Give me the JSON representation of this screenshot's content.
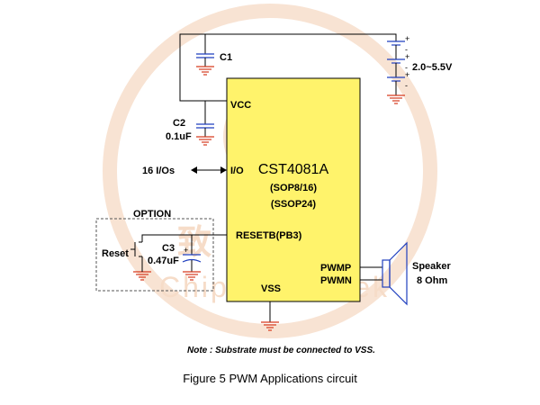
{
  "chip": {
    "name": "CST4081A",
    "package1": "(SOP8/16)",
    "package2": "(SSOP24)",
    "pins": {
      "vcc": "VCC",
      "io": "I/O",
      "resetb": "RESETB(PB3)",
      "pwmp": "PWMP",
      "pwmn": "PWMN",
      "vss": "VSS"
    }
  },
  "components": {
    "c1": "C1",
    "c2": "C2",
    "c2_value": "0.1uF",
    "c3": "C3",
    "c3_value": "0.47uF",
    "reset": "Reset",
    "option": "OPTION",
    "io_count": "16 I/Os",
    "battery_range": "2.0~5.5V",
    "speaker": "Speaker",
    "speaker_value": "8 Ohm"
  },
  "plus_sign": "+",
  "minus_sign": "-",
  "watermark": {
    "chinese": "致源科技",
    "english": "ChipSourceTek",
    "mark": "®"
  },
  "note": "Note : Substrate must be connected to VSS.",
  "caption": "Figure 5  PWM Applications circuit",
  "colors": {
    "chip_fill": "#fff36b",
    "capacitor": "#1f3fbf",
    "ground": "#d63a1e",
    "watermark": "#f6dcc8"
  }
}
